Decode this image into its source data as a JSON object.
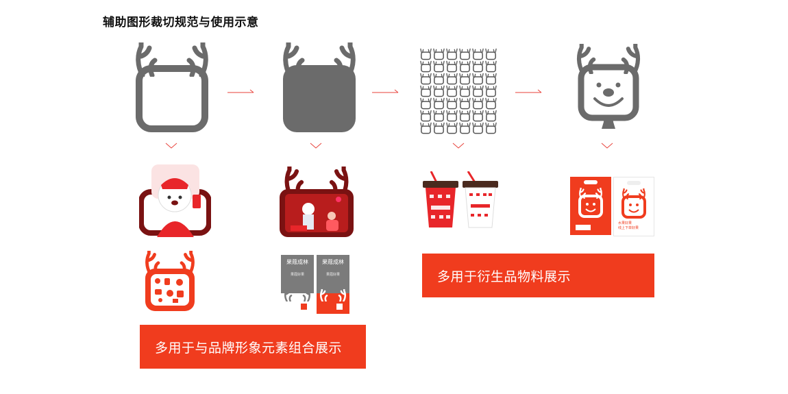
{
  "title": "辅助图形裁切规范与使用示意",
  "banners": {
    "brand_combo": "多用于与品牌形象元素组合展示",
    "merch_display": "多用于衍生品物料展示"
  },
  "product_text": {
    "poster_headline": "果蔻成林",
    "poster_sub": "果蔻好果",
    "bag_line_1": "水果好果",
    "bag_line_2": "线上下单好果"
  },
  "colors": {
    "brand_red": "#f03c1e",
    "graphic_gray": "#6b6b6b",
    "arrow_red": "#e8413a",
    "dark_red": "#7a1212"
  },
  "icons": [
    "antler-frame-outline",
    "antler-frame-filled",
    "antler-pattern",
    "deer-face-bell",
    "arrow-right",
    "chevron-down"
  ]
}
